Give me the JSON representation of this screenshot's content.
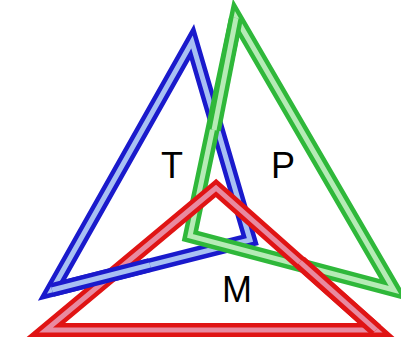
{
  "diagram": {
    "labels": [
      "T",
      "P",
      "M"
    ]
  }
}
